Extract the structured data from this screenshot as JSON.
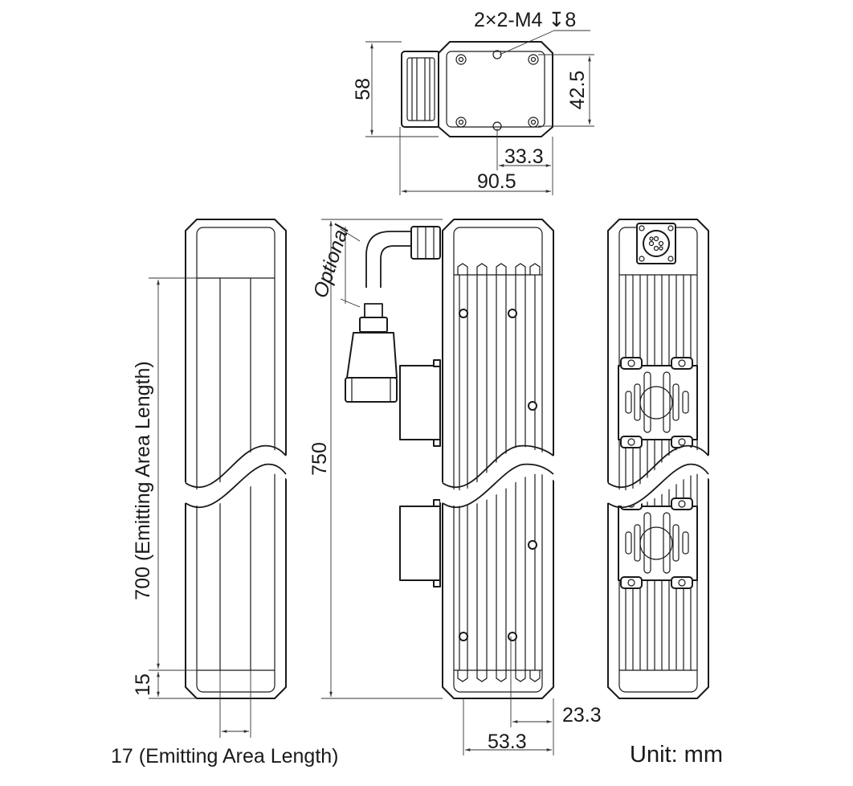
{
  "dimensions": {
    "thread_callout": "2×2-M4 ↧8",
    "top_height": "58",
    "top_hole_spacing": "42.5",
    "top_offset": "33.3",
    "top_width": "90.5",
    "front_length": "750",
    "emitting_length_vertical": "700 (Emitting Area Length)",
    "end_margin": "15",
    "emitting_width": "17 (Emitting Area Length)",
    "bottom_offset": "23.3",
    "bottom_width": "53.3"
  },
  "notes": {
    "optional": "Optional",
    "unit": "Unit: mm"
  }
}
